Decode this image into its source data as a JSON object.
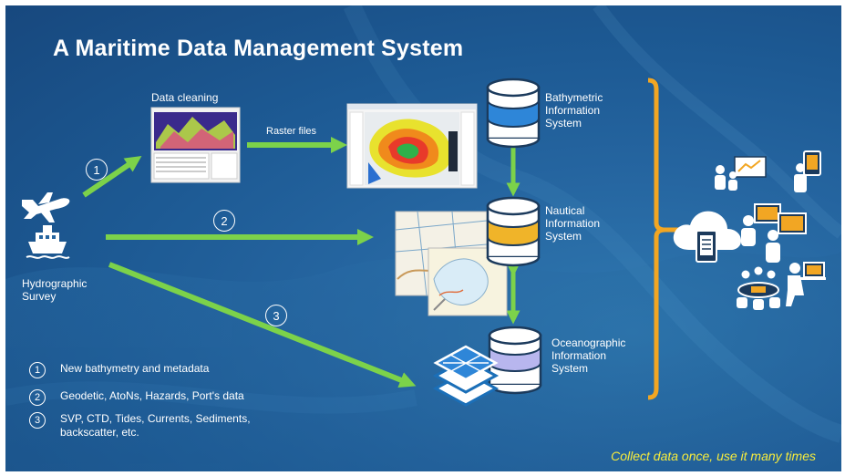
{
  "title": "A Maritime Data Management System",
  "labels": {
    "data_cleaning": "Data cleaning",
    "raster_files": "Raster files",
    "hydrographic_survey": "Hydrographic\nSurvey",
    "bathymetric": "Bathymetric\nInformation\nSystem",
    "nautical": "Nautical\nInformation\nSystem",
    "oceanographic": "Oceanographic\nInformation\nSystem"
  },
  "steps": [
    "1",
    "2",
    "3"
  ],
  "legend": [
    {
      "num": "1",
      "text": "New bathymetry and metadata"
    },
    {
      "num": "2",
      "text": "Geodetic, AtoNs, Hazards,  Port's data"
    },
    {
      "num": "3",
      "text": "SVP, CTD, Tides, Currents, Sediments, backscatter, etc."
    }
  ],
  "tagline": "Collect data once, use it many times",
  "colors": {
    "arrow_green": "#7cd24a",
    "bracket_orange": "#f2a623",
    "tagline_yellow": "#f7ec3d",
    "db_blue": "#2e86d8",
    "db_gold": "#f0b429",
    "db_lavender": "#b8b6ee"
  },
  "icons": [
    "airplane-icon",
    "ship-icon",
    "layers-icon",
    "cloud-icon",
    "users-icon"
  ]
}
